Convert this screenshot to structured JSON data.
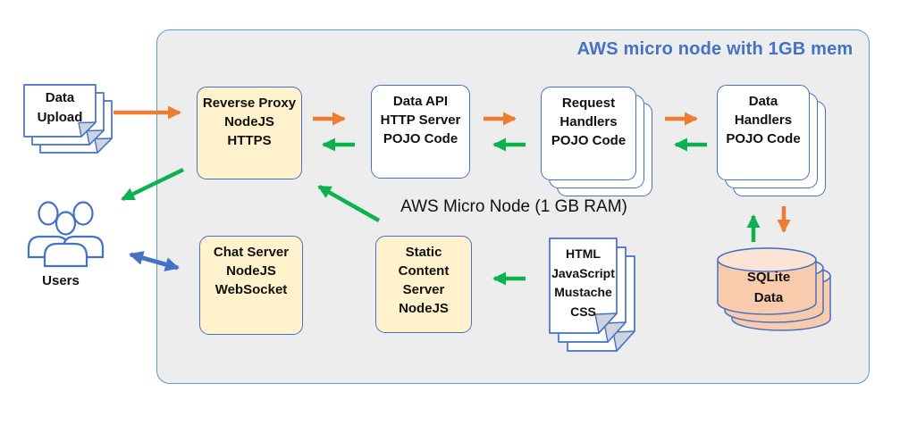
{
  "container": {
    "title": "AWS micro node with 1GB mem",
    "center_label": "AWS Micro Node (1 GB RAM)"
  },
  "nodes": {
    "data_upload": {
      "text": "Data\nUpload",
      "icon": "stacked-documents-icon"
    },
    "users": {
      "label": "Users",
      "icon": "users-group-icon"
    },
    "reverse_proxy": {
      "text": "Reverse Proxy\nNodeJS\nHTTPS"
    },
    "data_api": {
      "text": "Data API\nHTTP Server\nPOJO Code"
    },
    "request_handlers": {
      "text": "Request\nHandlers\nPOJO Code"
    },
    "data_handlers": {
      "text": "Data\nHandlers\nPOJO Code"
    },
    "chat_server": {
      "text": "Chat Server\nNodeJS\nWebSocket"
    },
    "static_content": {
      "text": "Static\nContent\nServer\nNodeJS"
    },
    "html_assets": {
      "text": "HTML\nJavaScript\nMustache\nCSS",
      "icon": "stacked-documents-icon"
    },
    "sqlite": {
      "text": "SQLite\nData",
      "icon": "database-stack-icon"
    }
  },
  "edges": [
    {
      "from": "data-upload",
      "to": "reverse-proxy",
      "color": "orange"
    },
    {
      "from": "reverse-proxy",
      "to": "data-api",
      "color": "orange"
    },
    {
      "from": "data-api",
      "to": "reverse-proxy",
      "color": "green"
    },
    {
      "from": "data-api",
      "to": "request-handlers",
      "color": "orange"
    },
    {
      "from": "request-handlers",
      "to": "data-api",
      "color": "green"
    },
    {
      "from": "request-handlers",
      "to": "data-handlers",
      "color": "orange"
    },
    {
      "from": "data-handlers",
      "to": "request-handlers",
      "color": "green"
    },
    {
      "from": "sqlite-data",
      "to": "data-handlers",
      "color": "green"
    },
    {
      "from": "data-handlers",
      "to": "sqlite-data",
      "color": "orange"
    },
    {
      "from": "reverse-proxy",
      "to": "users",
      "color": "green"
    },
    {
      "from": "static-content-server",
      "to": "reverse-proxy",
      "color": "green"
    },
    {
      "from": "html-assets",
      "to": "static-content-server",
      "color": "green"
    },
    {
      "from": "users",
      "to": "chat-server",
      "color": "blue",
      "bidirectional": true
    }
  ],
  "colors": {
    "accent_blue": "#4472C4",
    "container_border": "#5B9BD5",
    "container_fill": "#EDEDED",
    "box_yellow": "#FFF2CC",
    "arrow_orange": "#ED7D31",
    "arrow_green": "#0DB14F",
    "arrow_blue": "#4472C4",
    "db_orange": "#F8CBAD",
    "db_orange_light": "#FBE3D6",
    "fold_gray": "#CDD3DF"
  }
}
